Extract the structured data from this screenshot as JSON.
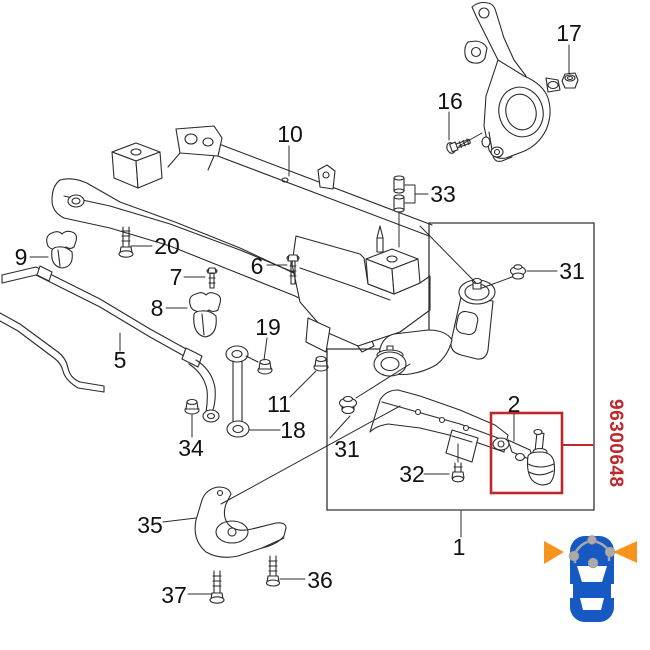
{
  "diagram": {
    "part_number": "96300648",
    "labels": {
      "p1": "1",
      "p2": "2",
      "p5": "5",
      "p6": "6",
      "p7": "7",
      "p8": "8",
      "p9": "9",
      "p10": "10",
      "p11": "11",
      "p16": "16",
      "p17": "17",
      "p18": "18",
      "p19": "19",
      "p20": "20",
      "p31a": "31",
      "p31b": "31",
      "p32": "32",
      "p33": "33",
      "p34": "34",
      "p35": "35",
      "p36": "36",
      "p37": "37"
    },
    "colors": {
      "highlight_red": "#C0272D",
      "line_black": "#2b2b2b",
      "car_blue": "#1659C2",
      "arrow_orange": "#F7941E",
      "marker_gray": "#ABABAB"
    },
    "icons": {
      "car_badge": "car-top-view-icon",
      "left_arrow": "arrow-right-triangle-icon",
      "right_arrow": "arrow-left-triangle-icon"
    }
  }
}
